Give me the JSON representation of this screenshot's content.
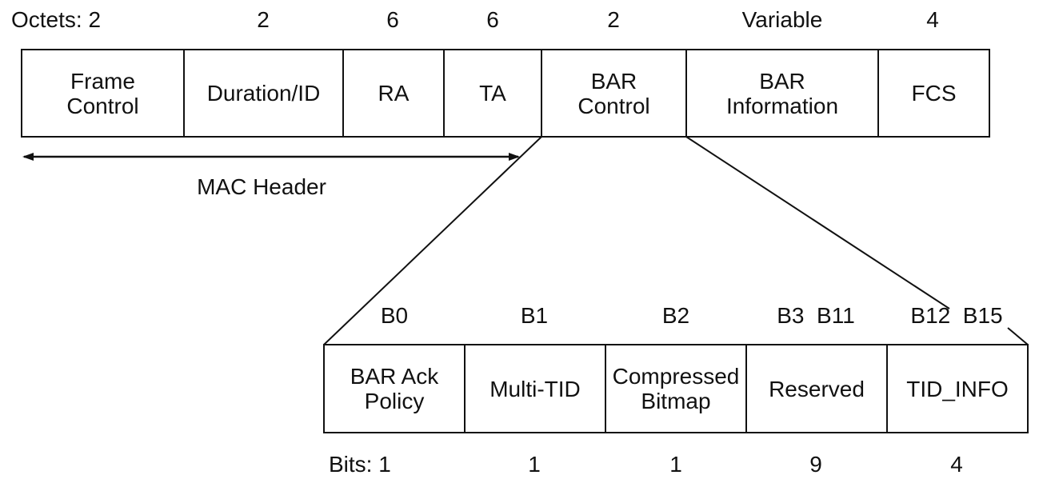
{
  "frame": {
    "octets_prefix": "Octets: 2",
    "octets": [
      "2",
      "6",
      "6",
      "2",
      "Variable",
      "4"
    ],
    "fields": [
      "Frame\nControl",
      "Duration/ID",
      "RA",
      "TA",
      "BAR\nControl",
      "BAR\nInformation",
      "FCS"
    ],
    "mac_header_label": "MAC Header"
  },
  "bar_control": {
    "bit_positions": [
      "B0",
      "B1",
      "B2",
      "B3  B11",
      "B12  B15"
    ],
    "fields": [
      "BAR Ack\nPolicy",
      "Multi-TID",
      "Compressed\nBitmap",
      "Reserved",
      "TID_INFO"
    ],
    "bits_prefix": "Bits: 1",
    "bits": [
      "1",
      "1",
      "9",
      "4"
    ]
  }
}
